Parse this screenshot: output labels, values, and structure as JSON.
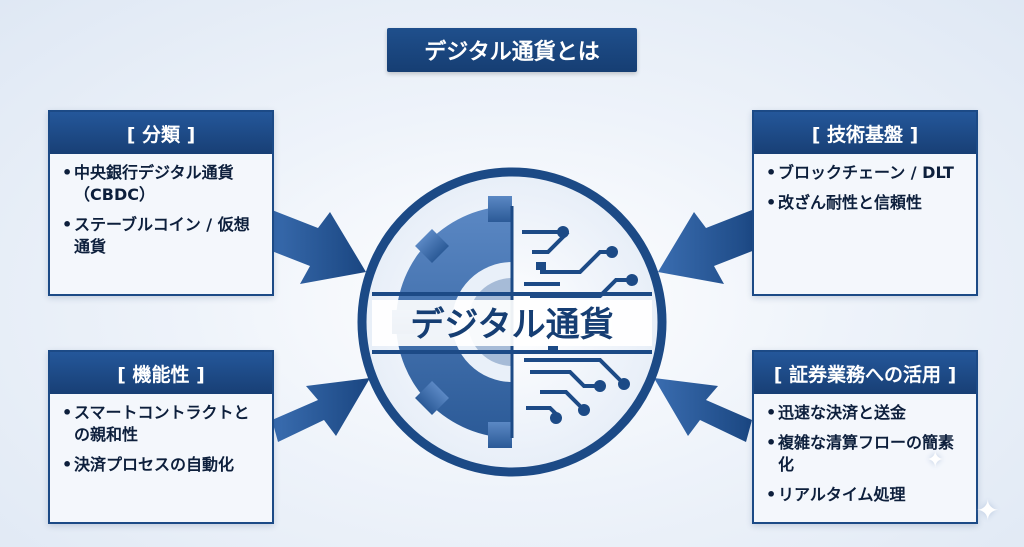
{
  "title": "デジタル通貨とは",
  "center_label": "デジタル通貨",
  "boxes": {
    "classification": {
      "header": "[ 分類 ]",
      "items": [
        "中央銀行デジタル通貨（CBDC）",
        "ステーブルコイン / 仮想通貨"
      ]
    },
    "tech": {
      "header": "[ 技術基盤 ]",
      "items": [
        "ブロックチェーン / DLT",
        "改ざん耐性と信頼性"
      ]
    },
    "function": {
      "header": "[ 機能性 ]",
      "items": [
        "スマートコントラクトとの親和性",
        "決済プロセスの自動化"
      ]
    },
    "usecase": {
      "header": "[ 証券業務への活用 ]",
      "items": [
        "迅速な決済と送金",
        "複雑な清算フローの簡素化",
        "リアルタイム処理"
      ]
    }
  },
  "colors": {
    "primary": "#1c4a86",
    "header_dark": "#163e73",
    "gear_light": "#4a79b8",
    "background": "#eef3fa"
  },
  "icons": [
    "gear-icon",
    "circuit-icon",
    "sparkle-icon"
  ]
}
